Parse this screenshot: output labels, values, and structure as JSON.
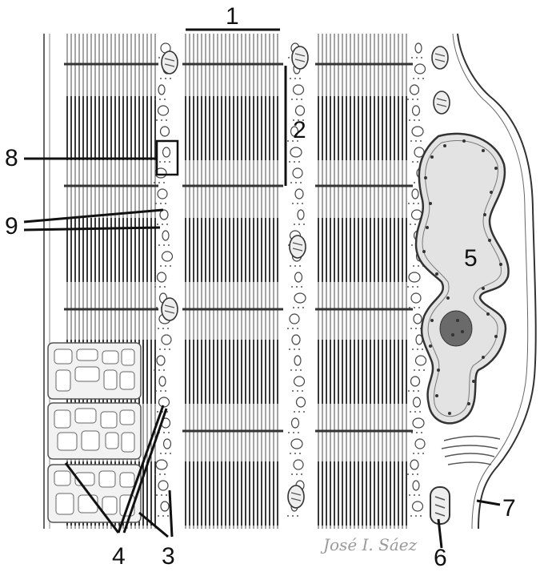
{
  "labels": {
    "l1": "1",
    "l2": "2",
    "l3": "3",
    "l4": "4",
    "l5": "5",
    "l6": "6",
    "l7": "7",
    "l8": "8",
    "l9": "9"
  },
  "signature": "José I. Sáez",
  "colors": {
    "ink": "#333333",
    "nucleus_fill": "#e3e3e3",
    "myofibril": "#4a4a4a"
  }
}
